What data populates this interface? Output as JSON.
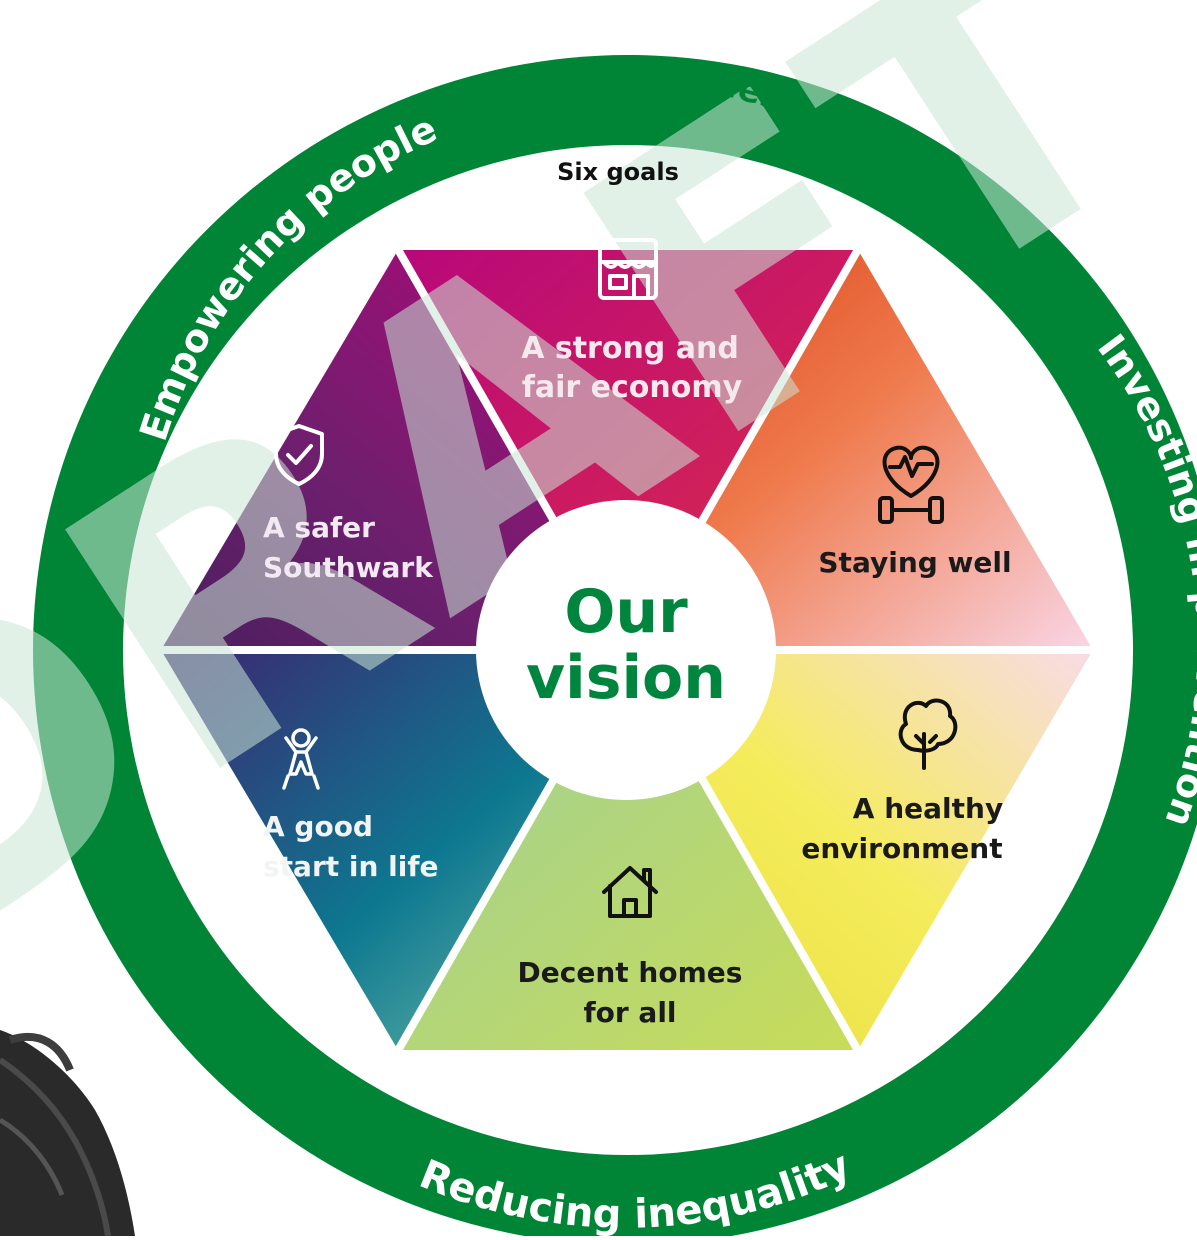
{
  "principles": {
    "heading": "Three principles",
    "items": [
      {
        "label": "Empowering people"
      },
      {
        "label": "Investing in prevention"
      },
      {
        "label": "Reducing inequality"
      }
    ]
  },
  "goals_heading": "Six goals",
  "center": {
    "line1": "Our",
    "line2": "vision"
  },
  "watermark": "DRAFT",
  "goals": [
    {
      "icon": "storefront-icon",
      "line1": "A strong and",
      "line2": "fair economy"
    },
    {
      "icon": "heart-dumbbell-icon",
      "line1": "Staying well"
    },
    {
      "icon": "tree-icon",
      "line1": "A healthy",
      "line2": "environment"
    },
    {
      "icon": "house-icon",
      "line1": "Decent homes",
      "line2": "for all"
    },
    {
      "icon": "child-icon",
      "line1": "A good",
      "line2": "start in life"
    },
    {
      "icon": "shield-check-icon",
      "line1": "A safer",
      "line2": "Southwark"
    }
  ],
  "colors": {
    "ring_green": "#008537",
    "center_text_green": "#00853e",
    "economy": "#c8155f",
    "staying_well": "#e85a23",
    "environment": "#f2e65a",
    "homes": "#a8cf7e",
    "start_in_life": "#1b6a8c",
    "safer": "#8e1a72",
    "watermark": "#c9e6d4"
  }
}
